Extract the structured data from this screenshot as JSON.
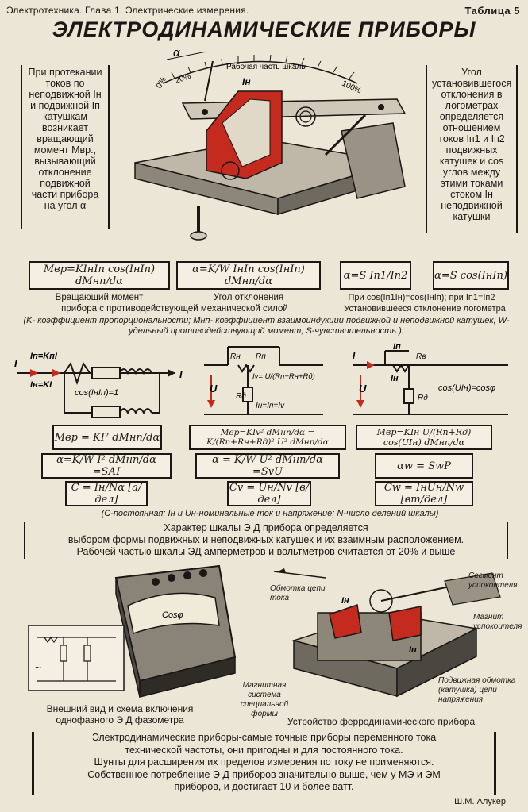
{
  "header": {
    "left": "Электротехника. Глава 1. Электрические измерения.",
    "right": "Таблица 5",
    "title": "ЭЛЕКТРОДИНАМИЧЕСКИЕ ПРИБОРЫ"
  },
  "left_box": "При протекании токов по неподвижной Iн и подвижной Iп катушкам возникает вращающий момент Mвр., вызывающий отклонение подвижной части прибора на угол α",
  "right_box": "Угол установившегося отклонения в логометрах определяется отношением токов Iп1 и Iп2 подвижных катушек и cos углов между этими токами стоком Iн неподвижной катушки",
  "scale_labels": {
    "alpha": "α",
    "p0": "0%",
    "p20": "20%",
    "p100": "100%",
    "work": "Рабочая часть шкалы",
    "in": "Iн"
  },
  "formulas_top": {
    "f1": "Mвр=KIнIп cos(IнIп) dMнп/dα",
    "f2": "α=K/W IнIп cos(IнIп) dMнп/dα",
    "f3": "α=S Iп1/Iп2",
    "f4": "α=S cos(IнIп)"
  },
  "captions_top": {
    "c1": "Вращающий момент",
    "c2": "Угол отклонения",
    "c3": "При cos(Iп1Iн)=cos(IнIп); при Iп1=Iп2",
    "c4": "прибора с противодействующей механической силой",
    "c5": "Установившееся отклонение логометра",
    "note": "(K- коэффициент пропорциональности; Mнп- коэффициент взаимоиндукции подвижной и неподвижной катушек; W- удельный противодействующий момент; S-чувствительность )."
  },
  "circuits": {
    "a_label": "cos(IнIп)=1",
    "a_i": "I",
    "a_in": "Iн=KI",
    "a_ip": "Iп=KпI",
    "b_u": "U",
    "b_iv": "Iv= U/(Rп+Rн+Rд)",
    "b_eq": "Iн=Iп=Iv",
    "b_rn": "Rн",
    "b_rp": "Rп",
    "b_rd": "Rд",
    "c_i": "I",
    "c_ip": "Iп",
    "c_in": "Iн",
    "c_u": "U",
    "c_rn": "Rв",
    "c_rd": "Rд",
    "c_cos": "cos(UIн)=cosφ"
  },
  "formulas_mid": {
    "a1": "Mвр = KI² dMнп/dα",
    "a2": "α=K/W I² dMнп/dα =SАI",
    "a3": "C = Iн/Nα [а/дел]",
    "b1": "Mвр=KIv² dMнп/dα = K/(Rп+Rн+Rд)² U² dMнп/dα",
    "b2": "α = K/W U² dMнп/dα =SvU",
    "b3": "Cv = Uн/Nv [в/дел]",
    "c1": "Mвр=KIн U/(Rп+Rд) cos(UIн) dMнп/dα",
    "c2": "αw = SwP",
    "c3": "Cw = IнUн/Nw [вт/дел]"
  },
  "note_mid": "(C-постоянная; Iн и Uн-номинальные ток и напряжение; N-число делений шкалы)",
  "scale_text": [
    "Характер шкалы Э Д прибора определяется",
    "выбором формы подвижных и неподвижных катушек и их взаимным расположением.",
    "Рабочей частью шкалы ЭД амперметров и вольтметров считается от 20% и выше"
  ],
  "bottom_left": {
    "caption1": "Внешний вид и схема включения",
    "caption2": "однофазного Э Д фазометра",
    "scale": "Cosφ"
  },
  "bottom_right": {
    "l1": "Обмотка цепи тока",
    "l2": "Магнитная система специальной формы",
    "l3": "Сегмент успокоителя",
    "l4": "Магнит успокоителя",
    "l5": "Подвижная обмотка (катушка) цепи напряжения",
    "in": "Iн",
    "ip": "Iп",
    "caption": "Устройство ферродинамического прибора"
  },
  "conclusion": [
    "Электродинамические приборы-самые точные приборы переменного тока",
    "технической частоты, они пригодны и для постоянного тока.",
    "Шунты для расширения их пределов измерения по току не применяются.",
    "Собственное потребление Э Д приборов значительно выше, чем у МЭ и ЭМ",
    "приборов, и достигает 10 и более ватт."
  ],
  "author": "Ш.М. Алукер",
  "colors": {
    "paper": "#ece6d6",
    "ink": "#1a1714",
    "red": "#c42a1e"
  }
}
